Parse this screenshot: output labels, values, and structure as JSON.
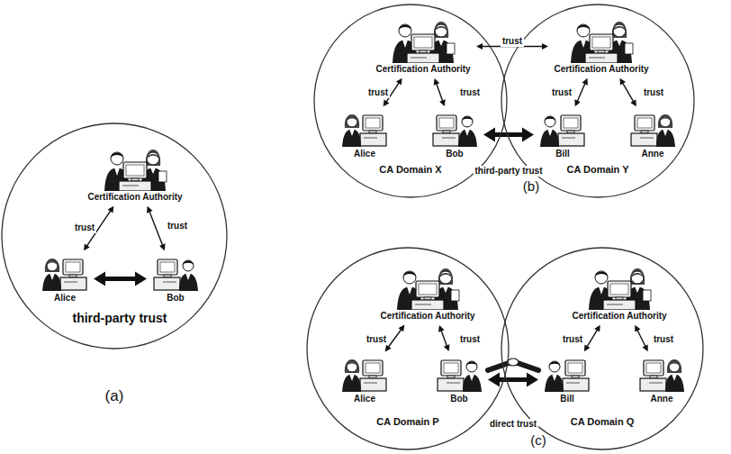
{
  "diagram": {
    "nodes": [
      {
        "text": [
          "Certification Authority"
        ]
      },
      {
        "text": [
          "Alice"
        ]
      },
      {
        "text": [
          "Bob"
        ]
      },
      {
        "text": [
          "CA Domain X"
        ]
      },
      {
        "text": [
          "Certification Authority"
        ],
        "in": 3
      },
      {
        "text": [
          "Alice"
        ],
        "in": 3
      },
      {
        "text": [
          "Bob"
        ],
        "in": 3
      },
      {
        "text": [
          "CA Domain Y"
        ]
      },
      {
        "text": [
          "Certification Authority"
        ],
        "in": 7
      },
      {
        "text": [
          "Bill"
        ],
        "in": 7
      },
      {
        "text": [
          "Anne"
        ],
        "in": 7
      },
      {
        "text": [
          "CA Domain P"
        ]
      },
      {
        "text": [
          "Certification Authority"
        ],
        "in": 11
      },
      {
        "text": [
          "Alice"
        ],
        "in": 11
      },
      {
        "text": [
          "Bob"
        ],
        "in": 11
      },
      {
        "text": [
          "CA Domain Q"
        ]
      },
      {
        "text": [
          "Certification Authority"
        ],
        "in": 15
      },
      {
        "text": [
          "Bill"
        ],
        "in": 15
      },
      {
        "text": [
          "Anne"
        ],
        "in": 15
      }
    ],
    "edges": [
      {
        "from": 0,
        "to": 1,
        "label": "trust",
        "arrow": "both"
      },
      {
        "from": 0,
        "to": 2,
        "label": "trust",
        "arrow": "both"
      },
      {
        "from": 1,
        "to": 2,
        "label": "third-party trust",
        "arrow": "both"
      },
      {
        "from": 4,
        "to": 5,
        "label": "trust",
        "arrow": "both"
      },
      {
        "from": 4,
        "to": 6,
        "label": "trust",
        "arrow": "both"
      },
      {
        "from": 4,
        "to": 8,
        "label": "trust",
        "arrow": "both"
      },
      {
        "from": 6,
        "to": 9,
        "label": "third-party trust",
        "arrow": "both"
      },
      {
        "from": 8,
        "to": 9,
        "label": "trust",
        "arrow": "both"
      },
      {
        "from": 8,
        "to": 10,
        "label": "trust",
        "arrow": "both"
      },
      {
        "from": 12,
        "to": 13,
        "label": "trust",
        "arrow": "both"
      },
      {
        "from": 12,
        "to": 14,
        "label": "trust",
        "arrow": "both"
      },
      {
        "from": 14,
        "to": 17,
        "label": "direct trust",
        "arrow": "both"
      },
      {
        "from": 16,
        "to": 17,
        "label": "trust",
        "arrow": "both"
      },
      {
        "from": 16,
        "to": 18,
        "label": "trust",
        "arrow": "both"
      }
    ],
    "labels": [
      "(a)",
      "(b)",
      "(c)"
    ]
  }
}
